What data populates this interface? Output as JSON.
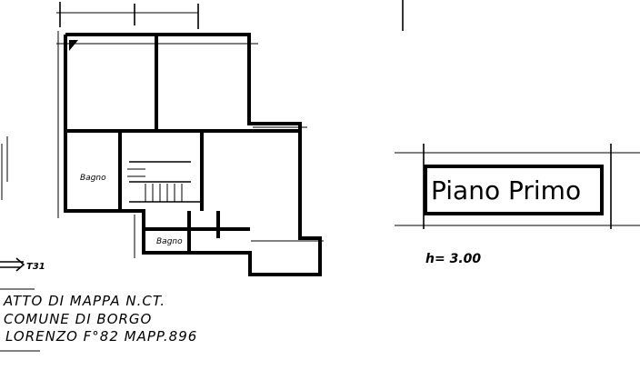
{
  "rooms": {
    "bagno_1": "Bagno",
    "bagno_2": "Bagno"
  },
  "title_box": {
    "title": "Piano Primo",
    "height": "h= 3.00"
  },
  "marker": "T31",
  "extract_note": {
    "line1": "ATTO DI MAPPA N.CT.",
    "line2": "COMUNE DI BORGO",
    "line3": "LORENZO F°82 MAPP.896"
  }
}
